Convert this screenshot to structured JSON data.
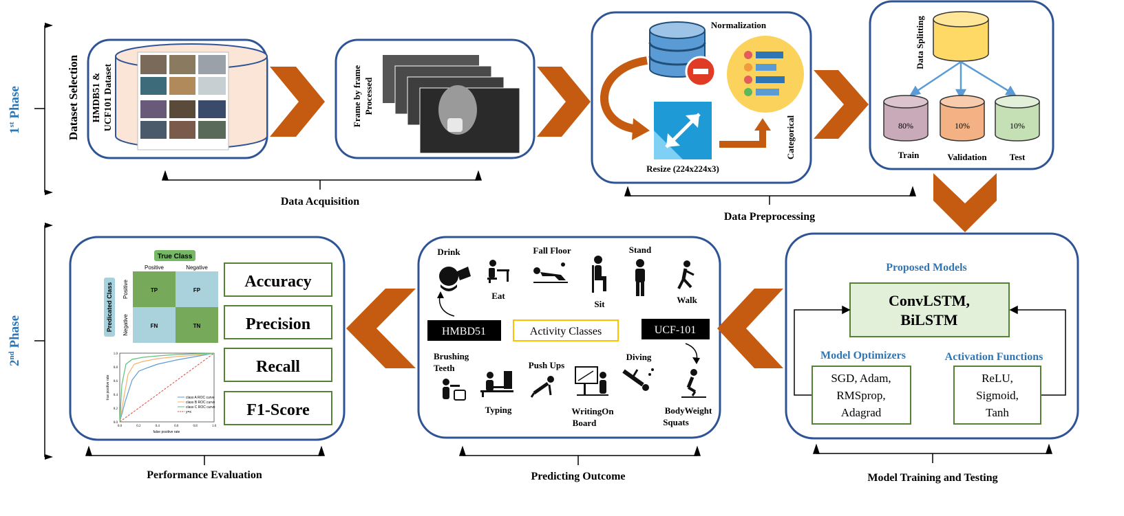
{
  "phases": {
    "first": "1",
    "first_sup": "st",
    "second": "2",
    "second_sup": "nd",
    "word": "Phase"
  },
  "stages": {
    "acquisition": "Data Acquisition",
    "preprocessing": "Data Preprocessing",
    "training": "Model Training and Testing",
    "predicting": "Predicting Outcome",
    "performance": "Performance Evaluation"
  },
  "dataset": {
    "title": "Dataset Selection",
    "line1": "HMDB51 &",
    "line2": "UCF101 Dataset"
  },
  "frames": {
    "line1": "Frame by frame",
    "line2": "Processed"
  },
  "preprocess": {
    "normalization": "Normalization",
    "resize": "Resize (224x224x3)",
    "categorical": "Categorical"
  },
  "split": {
    "title": "Data Splitting",
    "parts": [
      {
        "label": "Train",
        "pct": "80%",
        "color": "#c9aab8"
      },
      {
        "label": "Validation",
        "pct": "10%",
        "color": "#f4b183"
      },
      {
        "label": "Test",
        "pct": "10%",
        "color": "#c5e0b4"
      }
    ]
  },
  "models": {
    "proposed_title": "Proposed Models",
    "proposed_line1": "ConvLSTM,",
    "proposed_line2": "BiLSTM",
    "optimizers_title": "Model Optimizers",
    "optimizers": [
      "SGD, Adam,",
      "RMSprop,",
      "Adagrad"
    ],
    "activations_title": "Activation Functions",
    "activations": [
      "ReLU,",
      "Sigmoid,",
      "Tanh"
    ]
  },
  "activities": {
    "center_label": "Activity Classes",
    "hmdb": "HMBD51",
    "ucf": "UCF-101",
    "drink": "Drink",
    "eat": "Eat",
    "fall": "Fall Floor",
    "sit": "Sit",
    "stand": "Stand",
    "walk": "Walk",
    "brushing1": "Brushing",
    "brushing2": "Teeth",
    "typing": "Typing",
    "pushups": "Push Ups",
    "writing1": "WritingOn",
    "writing2": "Board",
    "diving": "Diving",
    "squats1": "BodyWeight",
    "squats2": "Squats"
  },
  "metrics": {
    "items": [
      "Accuracy",
      "Precision",
      "Recall",
      "F1-Score"
    ]
  },
  "confusion": {
    "true_class": "True Class",
    "predicted_class": "Predicated Class",
    "positive": "Positive",
    "negative": "Negative",
    "tp": "TP",
    "fp": "FP",
    "fn": "FN",
    "tn": "TN"
  },
  "roc": {
    "xlabel": "false positive rate",
    "ylabel": "true positive rate",
    "legend": [
      "class A ROC curve",
      "class B ROC curve",
      "class C ROC curve",
      "y=x"
    ],
    "xticks": [
      "0.0",
      "0.2",
      "0.4",
      "0.6",
      "0.8",
      "1.0"
    ],
    "yticks": [
      "0.0",
      "0.2",
      "0.4",
      "0.6",
      "0.8",
      "1.0"
    ]
  },
  "colors": {
    "box_border": "#2f5496",
    "arrow": "#c55a11",
    "phase_blue": "#2e75b6",
    "green_border": "#548235",
    "gold_border": "#ffc000"
  }
}
